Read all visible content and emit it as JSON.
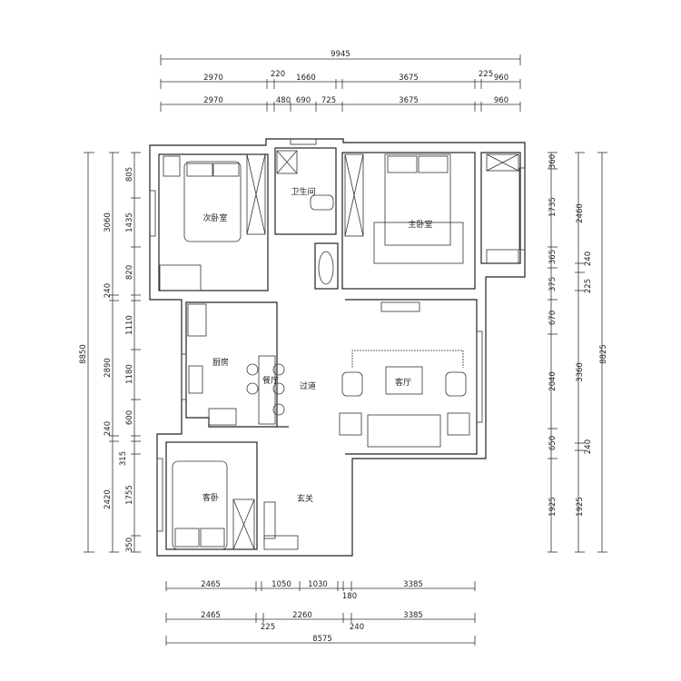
{
  "title": "Apartment floor plan",
  "rooms": {
    "second_bedroom": "次卧室",
    "bathroom": "卫生间",
    "master_bedroom": "主卧室",
    "kitchen": "厨房",
    "dining": "餐厅",
    "corridor": "过道",
    "living_room": "客厅",
    "guest_bedroom": "客卧",
    "entrance": "玄关"
  },
  "dims": {
    "top_total": "9945",
    "top_row1": [
      "2970",
      "220",
      "1660",
      "3675",
      "225",
      "960"
    ],
    "top_row2": [
      "2970",
      "480",
      "690",
      "725",
      "3675",
      "960"
    ],
    "left_total": "8850",
    "left_row1": [
      "3060",
      "240",
      "2890",
      "240",
      "2420"
    ],
    "left_row2": [
      "805",
      "1435",
      "820",
      "1110",
      "1180",
      "600",
      "315",
      "1755",
      "350"
    ],
    "right_row1": [
      "360",
      "1735",
      "365",
      "375",
      "670",
      "2040",
      "650",
      "1925"
    ],
    "right_row2": [
      "2460",
      "240",
      "225",
      "3360",
      "240",
      "1925"
    ],
    "right_total": "8825",
    "bottom_row1": [
      "2465",
      "1050",
      "1030",
      "180",
      "3385"
    ],
    "bottom_row2": [
      "2465",
      "225",
      "2260",
      "240",
      "3385"
    ],
    "bottom_total": "8575"
  }
}
